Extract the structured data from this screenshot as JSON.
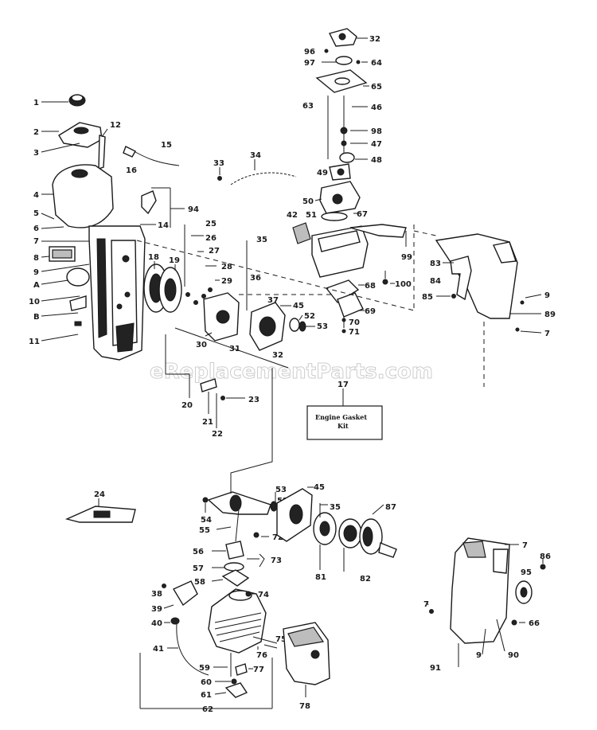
{
  "watermark": "eReplacementParts.com",
  "kit_box": {
    "line1": "Engine Gasket",
    "line2": "Kit"
  },
  "labels": {
    "l1": "1",
    "l2": "2",
    "l3": "3",
    "l4": "4",
    "l5": "5",
    "l6": "6",
    "l7": "7",
    "l8": "8",
    "l9": "9",
    "lA": "A",
    "l10": "10",
    "lB": "B",
    "l11": "11",
    "l12": "12",
    "l15": "15",
    "l16": "16",
    "l94": "94",
    "l14": "14",
    "l18": "18",
    "l19": "19",
    "l25": "25",
    "l26": "26",
    "l27": "27",
    "l28": "28",
    "l29": "29",
    "l30": "30",
    "l35a": "35",
    "l36": "36",
    "l37": "37",
    "l45a": "45",
    "l52a": "52",
    "l53a": "53",
    "l31": "31",
    "l32b": "32",
    "l33": "33",
    "l34": "34",
    "l20": "20",
    "l21": "21",
    "l22": "22",
    "l23": "23",
    "l17": "17",
    "l96": "96",
    "l32t": "32",
    "l97": "97",
    "l64": "64",
    "l65": "65",
    "l63": "63",
    "l46": "46",
    "l98": "98",
    "l47": "47",
    "l48": "48",
    "l49": "49",
    "l50": "50",
    "l42": "42",
    "l51": "51",
    "l67": "67",
    "l99": "99",
    "l68": "68",
    "l100": "100",
    "l69": "69",
    "l70": "70",
    "l71": "71",
    "l83": "83",
    "l84": "84",
    "l85": "85",
    "l9r": "9",
    "l89": "89",
    "l7r": "7",
    "l24": "24",
    "l53b": "53",
    "l52b": "52",
    "l45b": "45",
    "l35b": "35",
    "l87": "87",
    "l54": "54",
    "l55": "55",
    "l72": "72",
    "l56": "56",
    "l73": "73",
    "l57": "57",
    "l58": "58",
    "l81": "81",
    "l82": "82",
    "l38": "38",
    "l39": "39",
    "l74": "74",
    "l40": "40",
    "l41": "41",
    "l75": "75",
    "l76": "76",
    "l59": "59",
    "l77": "77",
    "l60": "60",
    "l61": "61",
    "l62": "62",
    "l78": "78",
    "l7b": "7",
    "l86": "86",
    "l95": "95",
    "l7c": "7",
    "l66": "66",
    "l91": "91",
    "l9b": "9",
    "l90": "90"
  }
}
